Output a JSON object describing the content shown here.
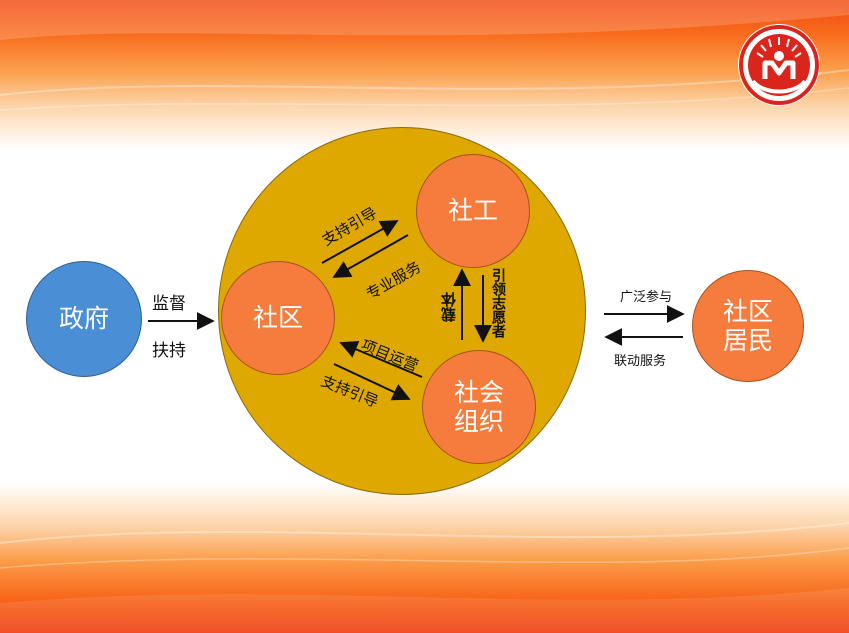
{
  "nodes": {
    "government": "政府",
    "community": "社区",
    "social_worker": "社工",
    "social_org_line1": "社会",
    "social_org_line2": "组织",
    "residents_line1": "社区",
    "residents_line2": "居民"
  },
  "labels": {
    "supervise": "监督",
    "support": "扶持",
    "support_guide_top": "支持引导",
    "professional_service": "专业服务",
    "project_operation": "项目运营",
    "support_guide_bottom": "支持引导",
    "carrier": "载体",
    "lead_volunteers": "引领志愿者",
    "broad_participation": "广泛参与",
    "linked_service": "联动服务"
  },
  "colors": {
    "big_circle": "#dea800",
    "node_orange": "#f57c3c",
    "node_blue": "#4a8ed6",
    "logo_red": "#d9251c"
  },
  "logo": {
    "icon": "social-work-emblem-icon"
  }
}
